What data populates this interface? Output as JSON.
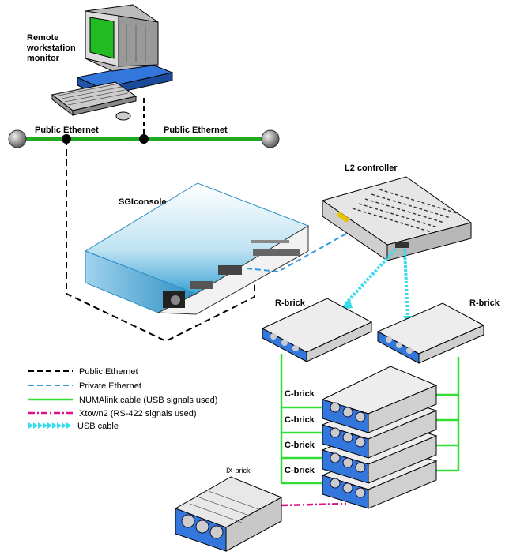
{
  "labels": {
    "remote_monitor": [
      "Remote",
      "workstation",
      "monitor"
    ],
    "public_ethernet_left": "Public Ethernet",
    "public_ethernet_right": "Public Ethernet",
    "sgiconsole": "SGIconsole",
    "l2_controller": "L2  controller",
    "rbrick_left": "R-brick",
    "rbrick_right": "R-brick",
    "cbrick_1": "C-brick",
    "cbrick_2": "C-brick",
    "cbrick_3": "C-brick",
    "cbrick_4": "C-brick",
    "ixbrick": "IX-brick"
  },
  "legend": [
    {
      "label": "Public Ethernet",
      "style": "black-dashed",
      "color": "#000000"
    },
    {
      "label": "Private Ethernet",
      "style": "blue-dashed",
      "color": "#3399dd"
    },
    {
      "label": "NUMAlink cable (USB signals used)",
      "style": "green-solid",
      "color": "#33dd33"
    },
    {
      "label": "Xtown2 (RS-422 signals used)",
      "style": "magenta-dashdot",
      "color": "#dd1188"
    },
    {
      "label": "USB cable",
      "style": "cyan-arrows",
      "color": "#33ddee"
    }
  ],
  "colors": {
    "ethernet_bus": "#22aa22",
    "brick_blue": "#3377dd",
    "console_blue": "#44aadd",
    "monitor_screen": "#22bb22"
  }
}
